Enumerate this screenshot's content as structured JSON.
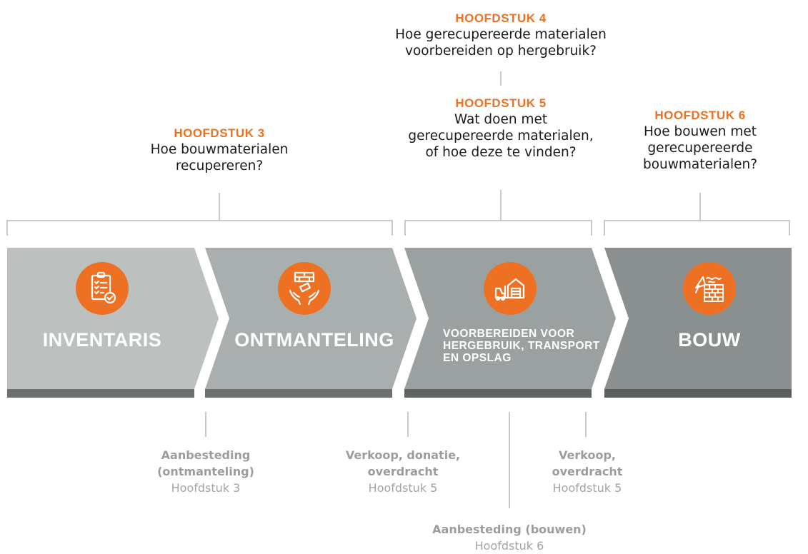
{
  "colors": {
    "accent": "#ee7123",
    "line": "#c8cac9",
    "stage_1": "#bcc1c0",
    "stage_2": "#a9afae",
    "stage_3": "#9ba1a0",
    "stage_4": "#8a908f"
  },
  "chapters": [
    {
      "title": "HOOFDSTUK 3",
      "question": "Hoe bouwmaterialen\nrecupereren?"
    },
    {
      "title": "HOOFDSTUK 4",
      "question": "Hoe gerecupereerde materialen\nvoorbereiden op hergebruik?"
    },
    {
      "title": "HOOFDSTUK 5",
      "question": "Wat doen met\ngerecupereerde materialen,\nof hoe deze te vinden?"
    },
    {
      "title": "HOOFDSTUK 6",
      "question": "Hoe bouwen met\ngerecupereerde\nbouwmaterialen?"
    }
  ],
  "stages": [
    {
      "label": "INVENTARIS",
      "icon": "clipboard-checklist-icon"
    },
    {
      "label": "ONTMANTELING",
      "icon": "bricks-hands-icon"
    },
    {
      "label": "VOORBEREIDEN VOOR\nHERGEBRUIK, TRANSPORT\nEN OPSLAG",
      "icon": "forklift-warehouse-icon"
    },
    {
      "label": "BOUW",
      "icon": "trowel-brick-wall-icon"
    }
  ],
  "notes": [
    {
      "bold": "Aanbesteding\n(ontmanteling)",
      "chapter": "Hoofdstuk 3"
    },
    {
      "bold": "Verkoop, donatie,\noverdracht",
      "chapter": "Hoofdstuk 5"
    },
    {
      "bold": "Verkoop,\noverdracht",
      "chapter": "Hoofdstuk 5"
    },
    {
      "bold": "Aanbesteding (bouwen)",
      "chapter": "Hoofdstuk 6"
    }
  ]
}
